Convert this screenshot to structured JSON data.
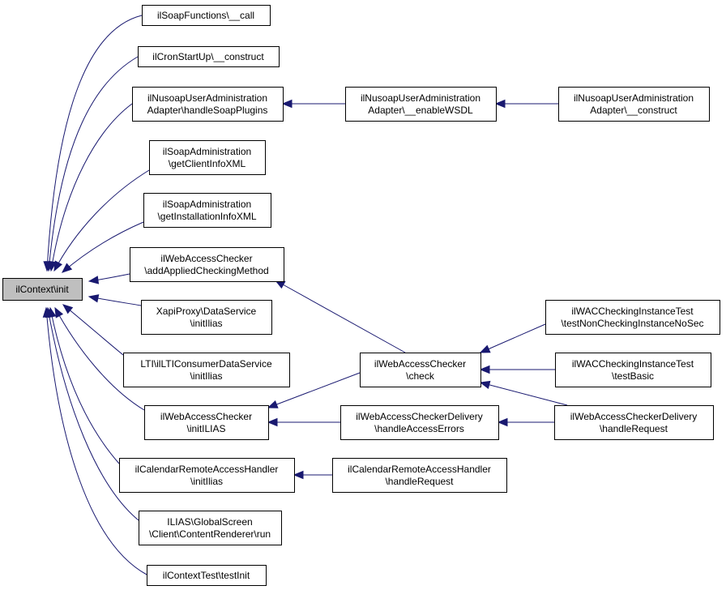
{
  "diagram": {
    "colors": {
      "edge": "#191970",
      "root_fill": "#bfbfbf",
      "node_fill": "#ffffff",
      "node_border": "#000000"
    },
    "nodes": [
      {
        "id": "root",
        "lines": [
          "ilContext\\init"
        ]
      },
      {
        "id": "soapfunc",
        "lines": [
          "ilSoapFunctions\\__call"
        ]
      },
      {
        "id": "cron",
        "lines": [
          "ilCronStartUp\\__construct"
        ]
      },
      {
        "id": "nusoap_plugins",
        "lines": [
          "ilNusoapUserAdministration",
          "Adapter\\handleSoapPlugins"
        ]
      },
      {
        "id": "nusoap_wsdl",
        "lines": [
          "ilNusoapUserAdministration",
          "Adapter\\__enableWSDL"
        ]
      },
      {
        "id": "nusoap_construct",
        "lines": [
          "ilNusoapUserAdministration",
          "Adapter\\__construct"
        ]
      },
      {
        "id": "soapadmin_client",
        "lines": [
          "ilSoapAdministration",
          "\\getClientInfoXML"
        ]
      },
      {
        "id": "soapadmin_install",
        "lines": [
          "ilSoapAdministration",
          "\\getInstallationInfoXML"
        ]
      },
      {
        "id": "wac_added",
        "lines": [
          "ilWebAccessChecker",
          "\\addAppliedCheckingMethod"
        ]
      },
      {
        "id": "xapi",
        "lines": [
          "XapiProxy\\DataService",
          "\\initIlias"
        ]
      },
      {
        "id": "lti",
        "lines": [
          "LTI\\ilLTIConsumerDataService",
          "\\initIlias"
        ]
      },
      {
        "id": "wac_initilias",
        "lines": [
          "ilWebAccessChecker",
          "\\initILIAS"
        ]
      },
      {
        "id": "wac_check",
        "lines": [
          "ilWebAccessChecker",
          "\\check"
        ]
      },
      {
        "id": "wacci_nonchecking",
        "lines": [
          "ilWACCheckingInstanceTest",
          "\\testNonCheckingInstanceNoSec"
        ]
      },
      {
        "id": "wacci_basic",
        "lines": [
          "ilWACCheckingInstanceTest",
          "\\testBasic"
        ]
      },
      {
        "id": "wacd_errors",
        "lines": [
          "ilWebAccessCheckerDelivery",
          "\\handleAccessErrors"
        ]
      },
      {
        "id": "wacd_request",
        "lines": [
          "ilWebAccessCheckerDelivery",
          "\\handleRequest"
        ]
      },
      {
        "id": "cal_initilias",
        "lines": [
          "ilCalendarRemoteAccessHandler",
          "\\initIlias"
        ]
      },
      {
        "id": "cal_request",
        "lines": [
          "ilCalendarRemoteAccessHandler",
          "\\handleRequest"
        ]
      },
      {
        "id": "globalscreen",
        "lines": [
          "ILIAS\\GlobalScreen",
          "\\Client\\ContentRenderer\\run"
        ]
      },
      {
        "id": "contexttest",
        "lines": [
          "ilContextTest\\testInit"
        ]
      }
    ],
    "edges": [
      {
        "from": "soapfunc",
        "to": "root"
      },
      {
        "from": "cron",
        "to": "root"
      },
      {
        "from": "nusoap_plugins",
        "to": "root"
      },
      {
        "from": "soapadmin_client",
        "to": "root"
      },
      {
        "from": "soapadmin_install",
        "to": "root"
      },
      {
        "from": "wac_added",
        "to": "root"
      },
      {
        "from": "xapi",
        "to": "root"
      },
      {
        "from": "lti",
        "to": "root"
      },
      {
        "from": "wac_initilias",
        "to": "root"
      },
      {
        "from": "cal_initilias",
        "to": "root"
      },
      {
        "from": "globalscreen",
        "to": "root"
      },
      {
        "from": "contexttest",
        "to": "root"
      },
      {
        "from": "nusoap_wsdl",
        "to": "nusoap_plugins"
      },
      {
        "from": "nusoap_construct",
        "to": "nusoap_wsdl"
      },
      {
        "from": "wac_check",
        "to": "wac_added"
      },
      {
        "from": "wac_check",
        "to": "wac_initilias"
      },
      {
        "from": "wacd_errors",
        "to": "wac_initilias"
      },
      {
        "from": "wacci_nonchecking",
        "to": "wac_check"
      },
      {
        "from": "wacci_basic",
        "to": "wac_check"
      },
      {
        "from": "wacd_request",
        "to": "wac_check"
      },
      {
        "from": "wacd_request",
        "to": "wacd_errors"
      },
      {
        "from": "cal_request",
        "to": "cal_initilias"
      }
    ]
  }
}
